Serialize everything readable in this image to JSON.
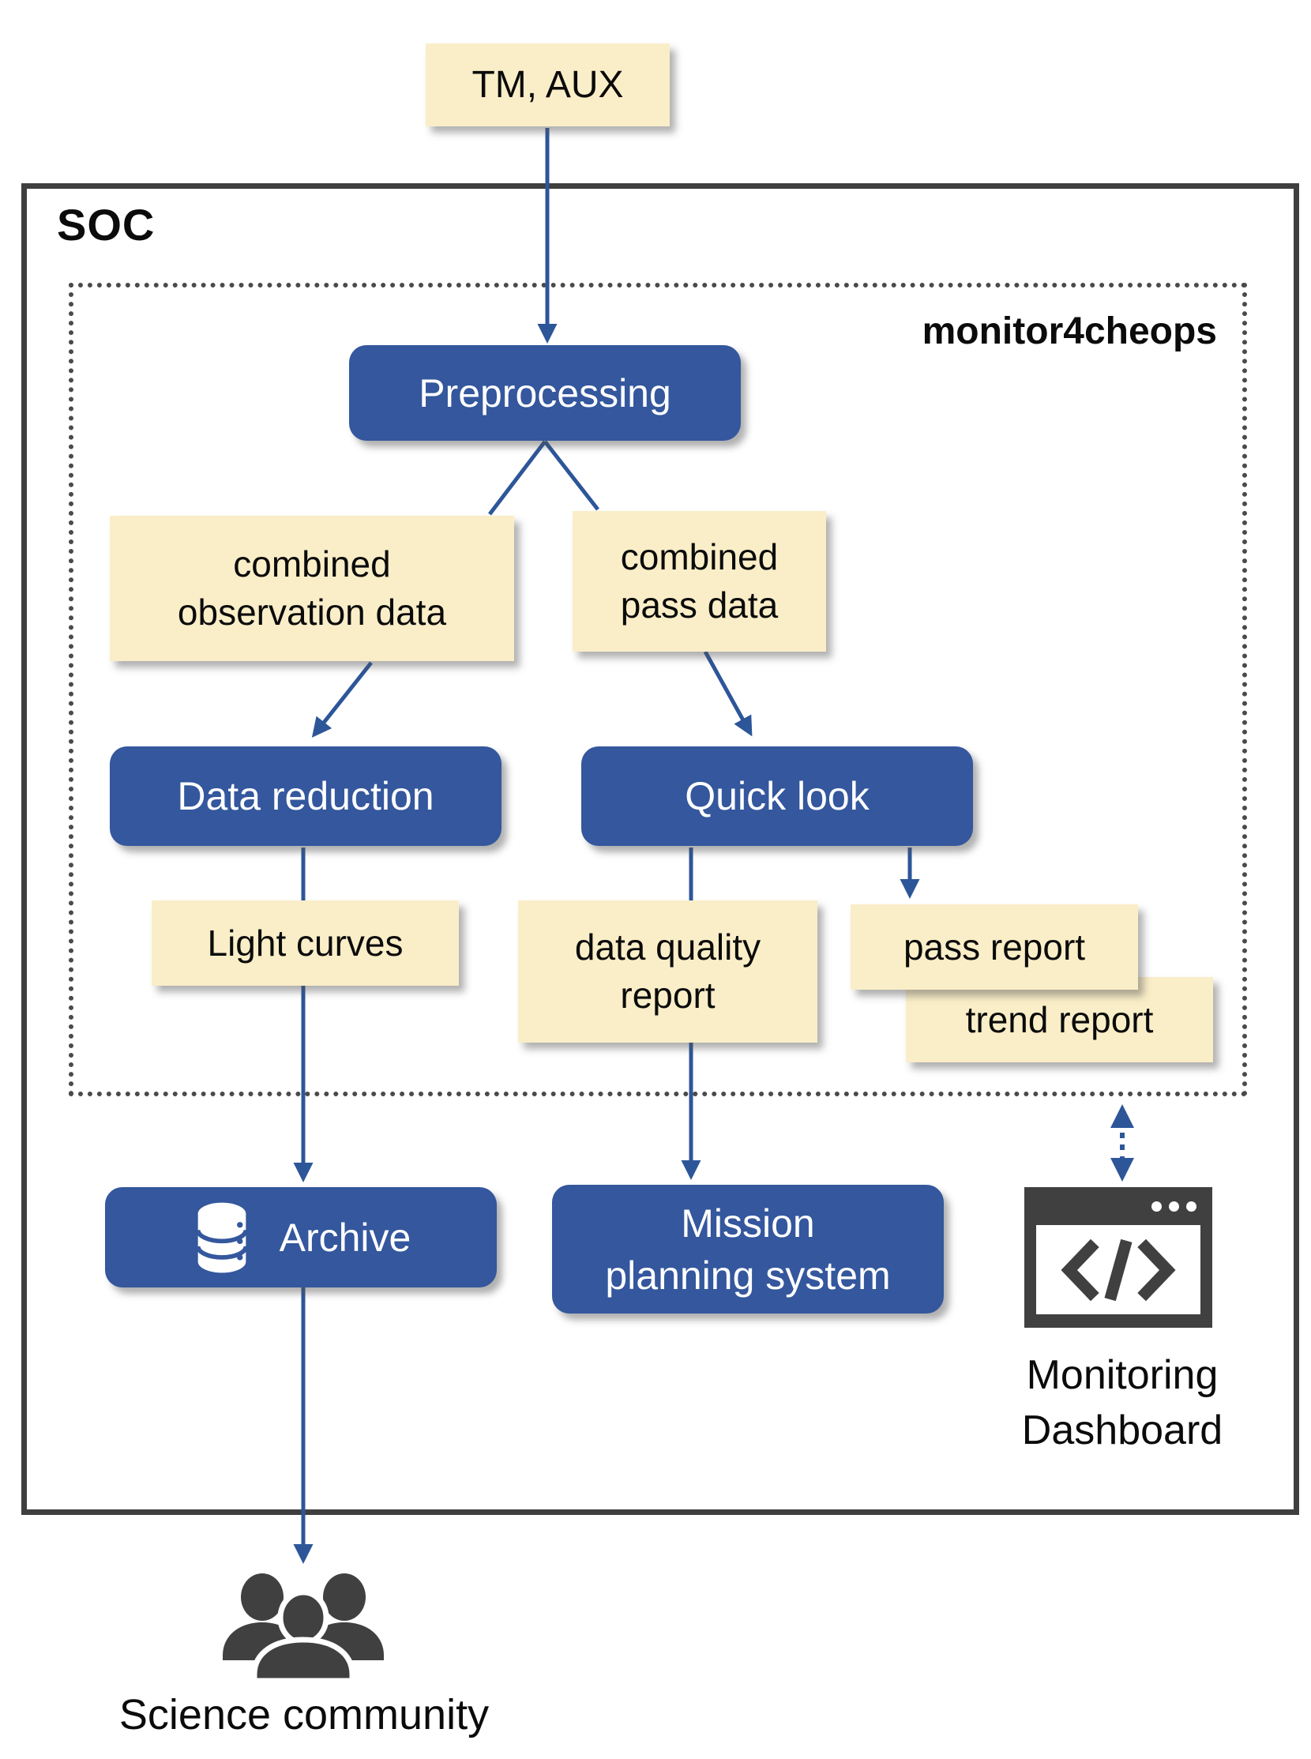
{
  "colors": {
    "process_blue": "#34579D",
    "data_cream": "#FAEEC8",
    "frame_dark": "#3F3F3F",
    "connector_blue": "#2D5699",
    "icon_gray": "#404040"
  },
  "nodes": {
    "tm_aux": "TM, AUX",
    "soc": "SOC",
    "monitor4cheops": "monitor4cheops",
    "preprocessing": "Preprocessing",
    "combined_observation": {
      "line1": "combined",
      "line2": "observation data"
    },
    "combined_pass": {
      "line1": "combined",
      "line2": "pass data"
    },
    "data_reduction": "Data reduction",
    "quick_look": "Quick look",
    "light_curves": "Light curves",
    "data_quality_report": {
      "line1": "data quality",
      "line2": "report"
    },
    "pass_report": "pass report",
    "trend_report": "trend report",
    "archive": "Archive",
    "mission_planning": {
      "line1": "Mission",
      "line2": "planning system"
    },
    "monitoring_dashboard": {
      "line1": "Monitoring",
      "line2": "Dashboard"
    },
    "science_community": "Science community"
  },
  "icons": {
    "archive": "database-icon",
    "dashboard": "code-browser-window-icon",
    "community": "people-group-icon"
  }
}
